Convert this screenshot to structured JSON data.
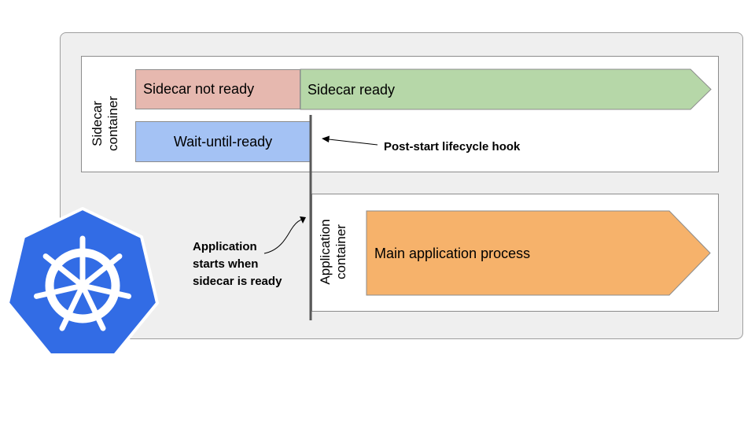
{
  "sidecar_container": {
    "label": "Sidecar\ncontainer",
    "not_ready_label": "Sidecar not ready",
    "ready_label": "Sidecar ready",
    "wait_label": "Wait-until-ready"
  },
  "application_container": {
    "label": "Application\ncontainer",
    "main_process_label": "Main application process"
  },
  "annotations": {
    "post_start_hook": "Post-start lifecycle hook",
    "app_starts_lines": [
      "Application",
      "starts when",
      "sidecar is ready"
    ]
  },
  "colors": {
    "pod_background": "#efefef",
    "sidecar_not_ready": "#e6b8af",
    "sidecar_ready": "#b6d7a8",
    "wait_until_ready": "#a4c2f4",
    "main_process": "#f6b26b",
    "kubernetes_blue": "#326ce5"
  },
  "logo": {
    "icon": "kubernetes-helm-icon"
  }
}
